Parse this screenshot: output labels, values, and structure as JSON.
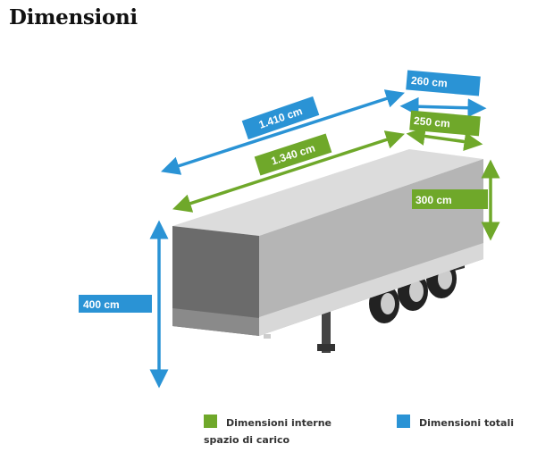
{
  "title": "Dimensioni",
  "colors": {
    "green": "#6fa82a",
    "blue": "#2a93d5"
  },
  "dimensions": {
    "total_length": "1.410 cm",
    "total_width": "260 cm",
    "total_height": "400 cm",
    "internal_length": "1.340 cm",
    "internal_width": "250 cm",
    "internal_height": "300 cm"
  },
  "legend": {
    "internal": "Dimensioni interne spazio di carico",
    "total": "Dimensioni totali"
  }
}
